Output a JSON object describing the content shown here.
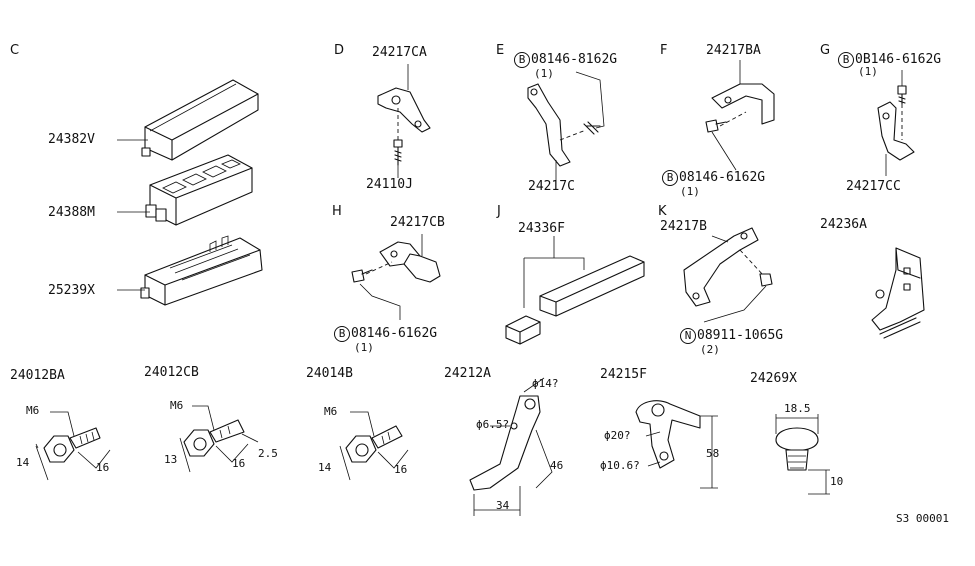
{
  "sections": {
    "C": "C",
    "D": "D",
    "E": "E",
    "F": "F",
    "G": "G",
    "H": "H",
    "J": "J",
    "K": "K"
  },
  "parts": {
    "p24382V": "24382V",
    "p24388M": "24388M",
    "p25239X": "25239X",
    "p24217CA": "24217CA",
    "p24110J": "24110J",
    "p24217C": "24217C",
    "p24217BA": "24217BA",
    "p24217CC": "24217CC",
    "p24217CB": "24217CB",
    "p24336F": "24336F",
    "p24217B": "24217B",
    "p24236A": "24236A",
    "p24012BA": "24012BA",
    "p24012CB": "24012CB",
    "p24014B": "24014B",
    "p24212A": "24212A",
    "p24215F": "24215F",
    "p24269X": "24269X"
  },
  "fasteners": {
    "e_bolt": {
      "symbol": "B",
      "number": "08146-8162G",
      "qty": "(1)"
    },
    "f_bolt": {
      "symbol": "B",
      "number": "08146-6162G",
      "qty": "(1)"
    },
    "g_bolt": {
      "symbol": "B",
      "number": "0B146-6162G",
      "qty": "(1)"
    },
    "h_bolt": {
      "symbol": "B",
      "number": "08146-6162G",
      "qty": "(1)"
    },
    "k_nut": {
      "symbol": "N",
      "number": "08911-1065G",
      "qty": "(2)"
    }
  },
  "dimensions": {
    "ba_thread": "M6",
    "ba_d1": "14",
    "ba_d2": "16",
    "cb_thread": "M6",
    "cb_d1": "13",
    "cb_d2": "16",
    "cb_d3": "2.5",
    "b14_thread": "M6",
    "b14_d1": "14",
    "b14_d2": "16",
    "a212_hole1": "ϕ14?",
    "a212_hole2": "ϕ6.5?",
    "a212_d1": "46",
    "a212_d2": "34",
    "f215_hole1": "ϕ20?",
    "f215_hole2": "ϕ10.6?",
    "f215_d1": "58",
    "x269_d1": "18.5",
    "x269_d2": "10"
  },
  "footer_code": "S3 00001"
}
